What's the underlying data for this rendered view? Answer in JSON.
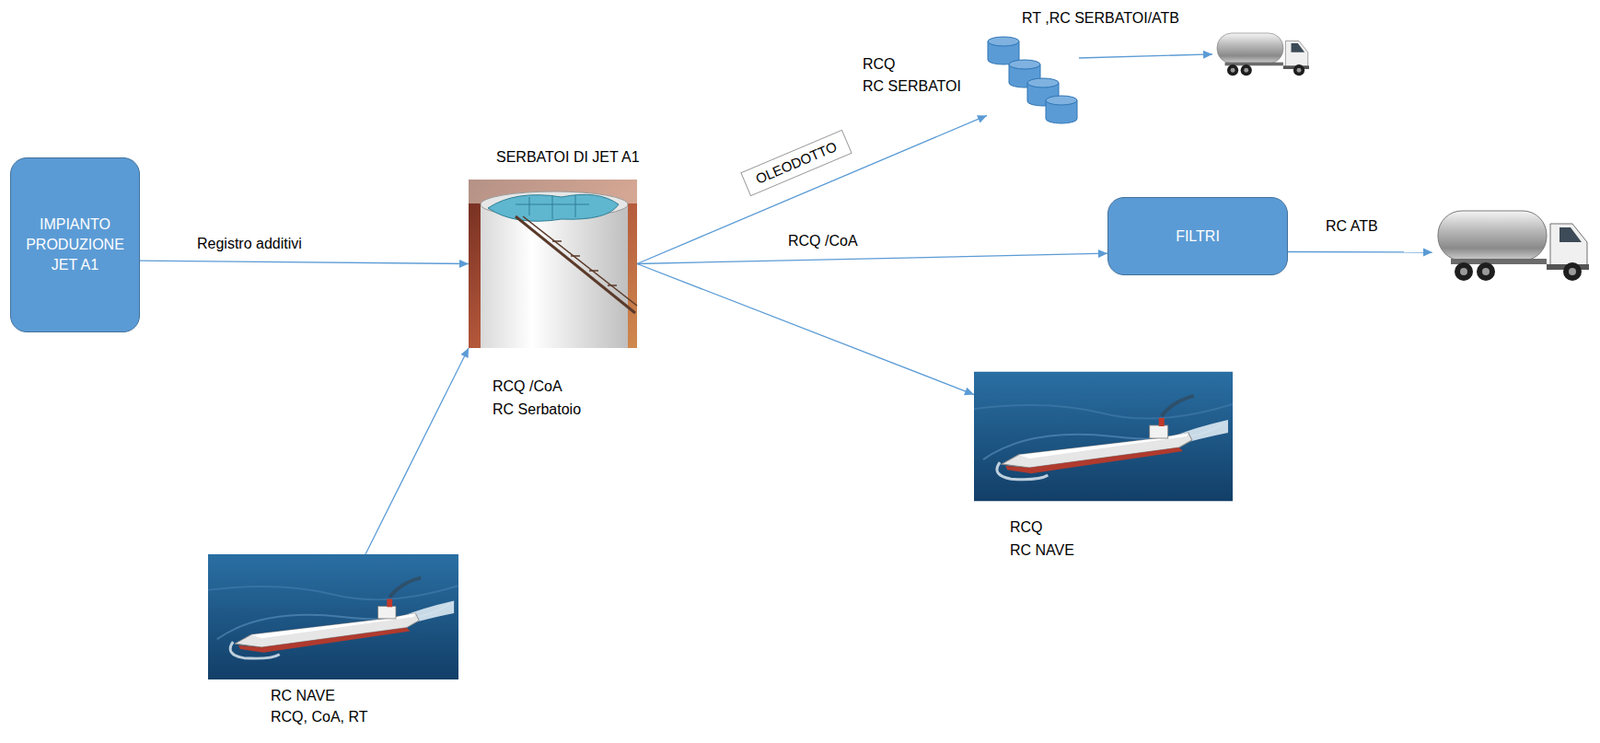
{
  "diagram": {
    "nodes": [
      {
        "text": [
          "IMPIANTO PRODUZIONE JET A1"
        ]
      },
      {
        "text": [
          "SERBATOI DI JET A1",
          "RCQ /CoA",
          "RC Serbatoio"
        ]
      },
      {
        "text": [
          "RC NAVE",
          "RCQ, CoA, RT"
        ]
      },
      {
        "text": [
          "RCQ",
          "RC SERBATOI"
        ]
      },
      {
        "text": []
      },
      {
        "text": [
          "FILTRI"
        ]
      },
      {
        "text": []
      },
      {
        "text": [
          "RCQ",
          "RC NAVE"
        ]
      }
    ],
    "edges": [
      {
        "from": 0,
        "to": 1,
        "label": "Registro additivi",
        "arrow": "to"
      },
      {
        "from": 2,
        "to": 1,
        "arrow": "to"
      },
      {
        "from": 1,
        "to": 3,
        "label": "OLEODOTTO",
        "arrow": "to"
      },
      {
        "from": 3,
        "to": 4,
        "label": "RT ,RC SERBATOI/ATB",
        "arrow": "to"
      },
      {
        "from": 1,
        "to": 5,
        "label": "RCQ /CoA",
        "arrow": "to"
      },
      {
        "from": 5,
        "to": 6,
        "label": "RC ATB",
        "arrow": "to"
      },
      {
        "from": 1,
        "to": 7,
        "arrow": "to"
      }
    ]
  }
}
